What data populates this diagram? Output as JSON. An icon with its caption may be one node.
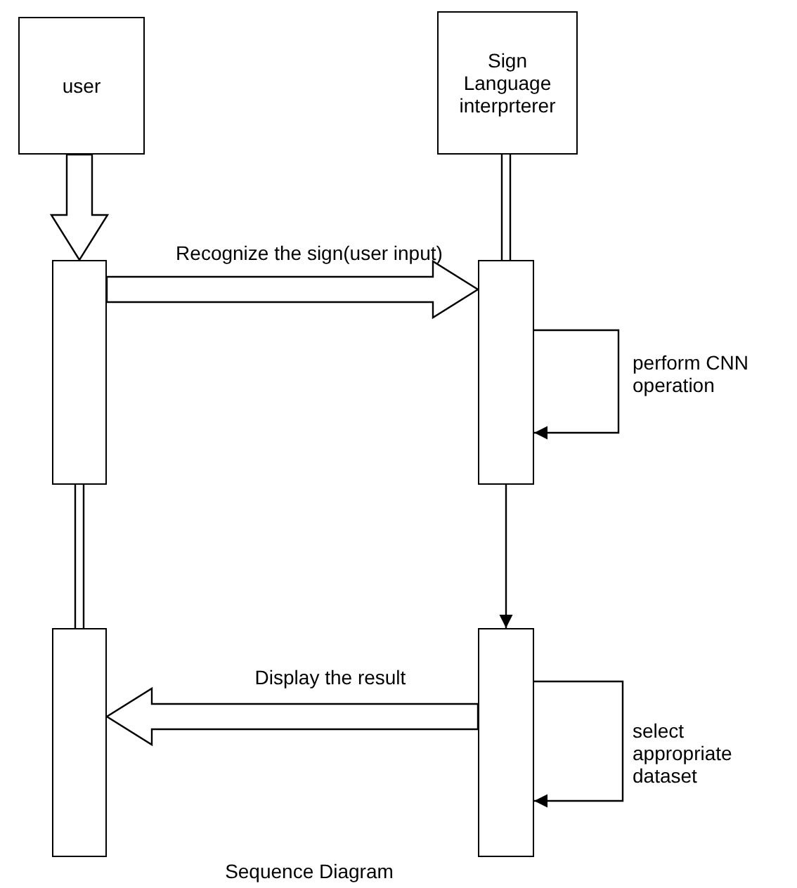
{
  "diagram": {
    "caption": "Sequence Diagram",
    "nodes": [
      {
        "text": [
          "user"
        ]
      },
      {
        "text": [
          "Sign Language interprterer"
        ]
      },
      {
        "text": [],
        "shape": "box"
      },
      {
        "text": [],
        "shape": "box"
      },
      {
        "text": [],
        "shape": "box"
      },
      {
        "text": [],
        "shape": "box"
      }
    ],
    "edges": [
      {
        "from": 0,
        "to": 2,
        "arrow": "to",
        "style": "thick"
      },
      {
        "from": 2,
        "to": 3,
        "arrow": "to",
        "style": "thick",
        "label": "Recognize the sign(user input)"
      },
      {
        "from": 1,
        "to": 3,
        "arrow": "none"
      },
      {
        "from": 3,
        "to": 3,
        "arrow": "to",
        "label": "perform CNN operation"
      },
      {
        "from": 2,
        "to": 4,
        "arrow": "none"
      },
      {
        "from": 3,
        "to": 5,
        "arrow": "to"
      },
      {
        "from": 5,
        "to": 5,
        "arrow": "to",
        "label": "select appropriate dataset"
      },
      {
        "from": 5,
        "to": 4,
        "arrow": "to",
        "style": "thick",
        "label": "Display the result"
      }
    ]
  }
}
